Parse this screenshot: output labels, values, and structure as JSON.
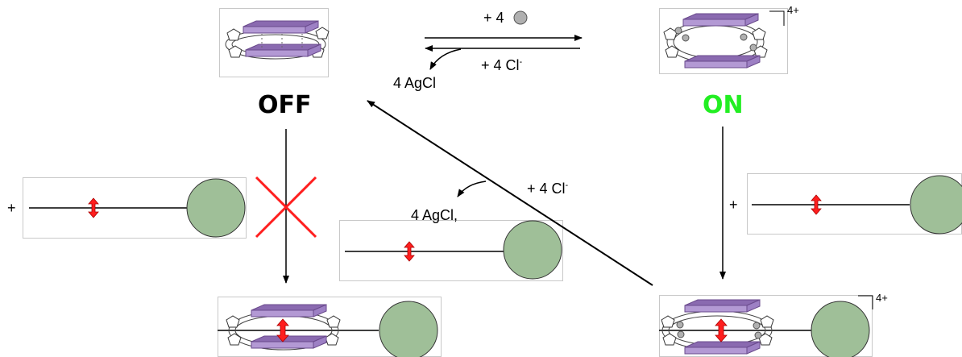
{
  "labels": {
    "off": "OFF",
    "on": "ON",
    "plus_four": "+ 4",
    "plus_four_cl_top": "+ 4 Cl",
    "plus_four_cl_mid": "+ 4 Cl",
    "cl_superscript": "-",
    "four_agcl_top": "4 AgCl",
    "four_agcl_mid": "4 AgCl,",
    "charge_on": "4+",
    "charge_bottom_right": "4+",
    "plus_left": "+",
    "plus_right": "+"
  },
  "colors": {
    "on_text": "#22ee22",
    "plate": "#b399d4",
    "plate_edge": "#6a4a8c",
    "stopper": "#9fbf98",
    "stopper_edge": "#333333",
    "arrow_red": "#ff1e1e",
    "cross_red": "#ff1e1e",
    "silver_ion": "#b0b0b0"
  }
}
